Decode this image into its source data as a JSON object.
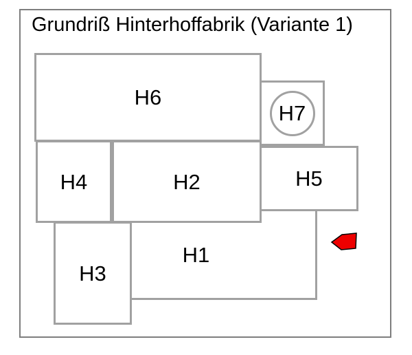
{
  "title": "Grundriß Hinterhoffabrik (Variante 1)",
  "rooms": {
    "h1": {
      "label": "H1"
    },
    "h2": {
      "label": "H2"
    },
    "h3": {
      "label": "H3"
    },
    "h4": {
      "label": "H4"
    },
    "h5": {
      "label": "H5"
    },
    "h6": {
      "label": "H6"
    },
    "h7": {
      "label": "H7"
    }
  },
  "arrow": {
    "icon": "left-arrow-icon",
    "fill": "#ee0000",
    "stroke": "#000000"
  },
  "colors": {
    "room_border": "#a1a1a1",
    "frame_border": "#7e7e7e",
    "text": "#000000",
    "background": "#ffffff"
  }
}
